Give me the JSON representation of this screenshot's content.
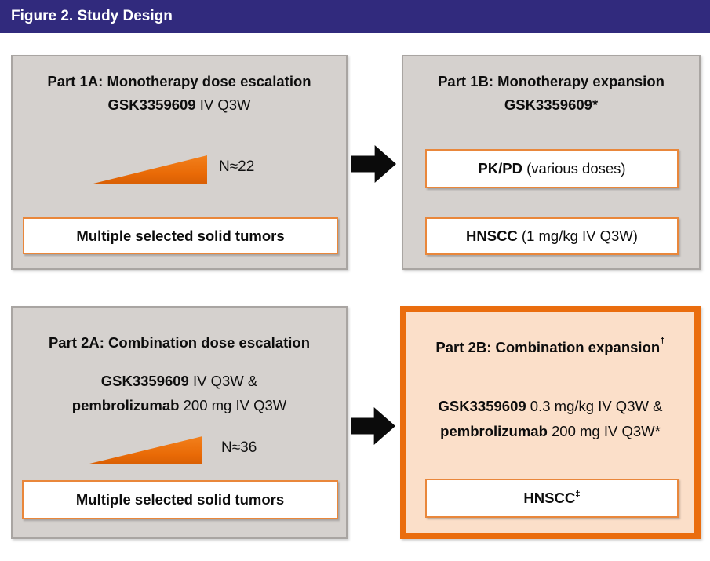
{
  "header": {
    "title": "Figure 2. Study Design"
  },
  "colors": {
    "header_bg": "#312A7D",
    "box_bg": "#D5D1CE",
    "accent_orange": "#EA6D0E",
    "pill_border_orange": "#E9873B",
    "peach_bg": "#FBDFC9",
    "arrow_black": "#0B0B0B"
  },
  "part1a": {
    "title": "Part 1A: Monotherapy dose escalation",
    "drug_bold": "GSK3359609",
    "drug_rest": " IV Q3W",
    "ramp_icon": "dose-escalation-ramp",
    "n_label": "N≈22",
    "pill": "Multiple selected solid tumors"
  },
  "part1b": {
    "title": "Part 1B: Monotherapy expansion",
    "drug_bold": "GSK3359609*",
    "pill1_bold": "PK/PD",
    "pill1_rest": " (various doses)",
    "pill2_bold": "HNSCC",
    "pill2_rest": " (1 mg/kg IV Q3W)"
  },
  "part2a": {
    "title": "Part 2A: Combination dose escalation",
    "line1_bold": "GSK3359609",
    "line1_rest": " IV Q3W &",
    "line2_bold": "pembrolizumab",
    "line2_rest": " 200 mg IV Q3W",
    "ramp_icon": "dose-escalation-ramp",
    "n_label": "N≈36",
    "pill": "Multiple selected solid tumors"
  },
  "part2b": {
    "title": "Part 2B: Combination expansion",
    "title_sup": "†",
    "line1_bold": "GSK3359609",
    "line1_rest": " 0.3 mg/kg IV Q3W &",
    "line2_bold": "pembrolizumab",
    "line2_rest": " 200 mg IV Q3W*",
    "pill_bold": "HNSCC",
    "pill_sup": "‡"
  }
}
